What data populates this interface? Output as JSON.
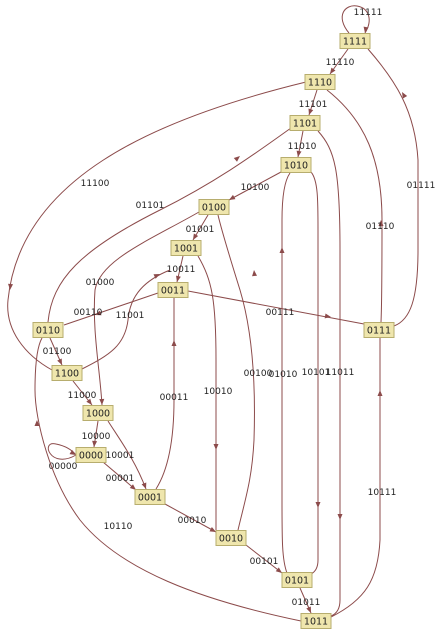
{
  "diagram": {
    "nodes": [
      {
        "id": "1111",
        "label": "1111"
      },
      {
        "id": "1110",
        "label": "1110"
      },
      {
        "id": "1101",
        "label": "1101"
      },
      {
        "id": "1010",
        "label": "1010"
      },
      {
        "id": "0100",
        "label": "0100"
      },
      {
        "id": "1001",
        "label": "1001"
      },
      {
        "id": "0011",
        "label": "0011"
      },
      {
        "id": "0110",
        "label": "0110"
      },
      {
        "id": "0111",
        "label": "0111"
      },
      {
        "id": "1100",
        "label": "1100"
      },
      {
        "id": "1000",
        "label": "1000"
      },
      {
        "id": "0000",
        "label": "0000"
      },
      {
        "id": "0001",
        "label": "0001"
      },
      {
        "id": "0010",
        "label": "0010"
      },
      {
        "id": "0101",
        "label": "0101"
      },
      {
        "id": "1011",
        "label": "1011"
      }
    ],
    "edges": [
      {
        "id": "e11111",
        "from": "1111",
        "to": "1111",
        "label": "11111"
      },
      {
        "id": "e11110",
        "from": "1111",
        "to": "1110",
        "label": "11110"
      },
      {
        "id": "e11101",
        "from": "1110",
        "to": "1101",
        "label": "11101"
      },
      {
        "id": "e11100",
        "from": "1110",
        "to": "1100",
        "label": "11100"
      },
      {
        "id": "e11010",
        "from": "1101",
        "to": "1010",
        "label": "11010"
      },
      {
        "id": "e11011",
        "from": "1101",
        "to": "1011",
        "label": "11011"
      },
      {
        "id": "e10100",
        "from": "1010",
        "to": "0100",
        "label": "10100"
      },
      {
        "id": "e10101",
        "from": "1010",
        "to": "0101",
        "label": "10101"
      },
      {
        "id": "e01001",
        "from": "0100",
        "to": "1001",
        "label": "01001"
      },
      {
        "id": "e01000",
        "from": "0100",
        "to": "1000",
        "label": "01000"
      },
      {
        "id": "e10011",
        "from": "1001",
        "to": "0011",
        "label": "10011"
      },
      {
        "id": "e10010",
        "from": "1001",
        "to": "0010",
        "label": "10010"
      },
      {
        "id": "e00111",
        "from": "0011",
        "to": "0111",
        "label": "00111"
      },
      {
        "id": "e00110",
        "from": "0011",
        "to": "0110",
        "label": "00110"
      },
      {
        "id": "e01100",
        "from": "0110",
        "to": "1100",
        "label": "01100"
      },
      {
        "id": "e01101",
        "from": "0110",
        "to": "1101",
        "label": "01101"
      },
      {
        "id": "e01111",
        "from": "0111",
        "to": "1111",
        "label": "01111"
      },
      {
        "id": "e01110",
        "from": "0111",
        "to": "1110",
        "label": "01110"
      },
      {
        "id": "e11000",
        "from": "1100",
        "to": "1000",
        "label": "11000"
      },
      {
        "id": "e11001",
        "from": "1100",
        "to": "1001",
        "label": "11001"
      },
      {
        "id": "e10000",
        "from": "1000",
        "to": "0000",
        "label": "10000"
      },
      {
        "id": "e10001",
        "from": "1000",
        "to": "0001",
        "label": "10001"
      },
      {
        "id": "e00000",
        "from": "0000",
        "to": "0000",
        "label": "00000"
      },
      {
        "id": "e00001",
        "from": "0000",
        "to": "0001",
        "label": "00001"
      },
      {
        "id": "e00010",
        "from": "0001",
        "to": "0010",
        "label": "00010"
      },
      {
        "id": "e00011",
        "from": "0001",
        "to": "0011",
        "label": "00011"
      },
      {
        "id": "e00101",
        "from": "0010",
        "to": "0101",
        "label": "00101"
      },
      {
        "id": "e00100",
        "from": "0010",
        "to": "0100",
        "label": "00100"
      },
      {
        "id": "e01011",
        "from": "0101",
        "to": "1011",
        "label": "01011"
      },
      {
        "id": "e01010",
        "from": "0101",
        "to": "1010",
        "label": "01010"
      },
      {
        "id": "e10111",
        "from": "1011",
        "to": "0111",
        "label": "10111"
      },
      {
        "id": "e10110",
        "from": "1011",
        "to": "0110",
        "label": "10110"
      }
    ]
  },
  "colors": {
    "node_fill": "#efe6ad",
    "node_border": "#b7ad6e",
    "edge": "#8c4b4b"
  }
}
